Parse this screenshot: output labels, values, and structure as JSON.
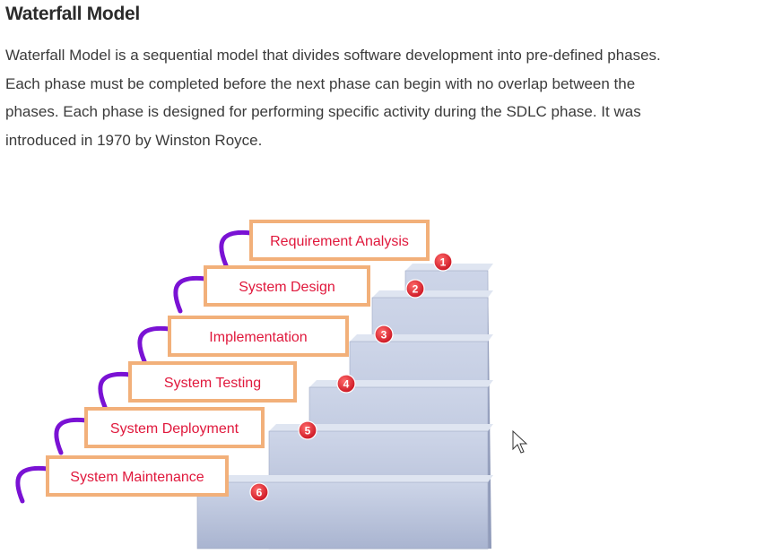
{
  "heading": "Waterfall Model",
  "paragraph": [
    "Waterfall Model is a sequential model that divides software development into pre-defined phases.",
    "Each phase must be completed before the next phase can begin with no overlap between the",
    "phases. Each phase is designed for performing specific activity during the SDLC phase. It was",
    "introduced in 1970 by Winston Royce."
  ],
  "diagram": {
    "steps": [
      {
        "num": "1",
        "label": "Requirement Analysis"
      },
      {
        "num": "2",
        "label": "System Design"
      },
      {
        "num": "3",
        "label": "Implementation"
      },
      {
        "num": "4",
        "label": "System Testing"
      },
      {
        "num": "5",
        "label": "System Deployment"
      },
      {
        "num": "6",
        "label": "System Maintenance"
      }
    ]
  },
  "colors": {
    "label_border": "#f2b07a",
    "label_text": "#e0183c",
    "badge": "#d8202f",
    "connector": "#7a12d4",
    "stair_front": "#bcc6de",
    "stair_top": "#dfe5f1",
    "stair_side": "#9aa5c2"
  },
  "cursor": "arrow-cursor-icon"
}
